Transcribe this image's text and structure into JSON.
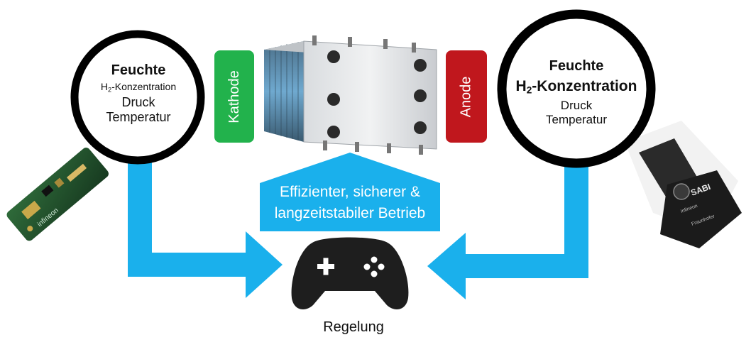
{
  "left_lens": {
    "line1": "Feuchte",
    "line2_prefix": "H",
    "line2_sub": "2",
    "line2_suffix": "-Konzentration",
    "line3": "Druck",
    "line4": "Temperatur"
  },
  "right_lens": {
    "line1": "Feuchte",
    "line2_prefix": "H",
    "line2_sub": "2",
    "line2_suffix": "-Konzentration",
    "line3": "Druck",
    "line4": "Temperatur"
  },
  "cathode_label": "Kathode",
  "anode_label": "Anode",
  "banner": {
    "line1": "Effizienter, sicherer &",
    "line2": "langzeitstabiler Betrieb"
  },
  "controller_label": "Regelung",
  "left_sensor": {
    "brand": "infineon"
  },
  "right_sensor": {
    "brand": "SABI",
    "sub1": "infineon",
    "sub2": "Fraunhofer"
  },
  "colors": {
    "arrow_blue": "#1ab0ec",
    "cathode_green": "#22b24c",
    "anode_red": "#c0171d",
    "lens_ring": "#000000",
    "controller": "#1e1e1e"
  },
  "icons": {
    "controller": "gamepad-icon",
    "fuel_cell": "fuel-cell-stack",
    "left_sensor": "sensor-board",
    "right_sensor": "sensor-module"
  }
}
